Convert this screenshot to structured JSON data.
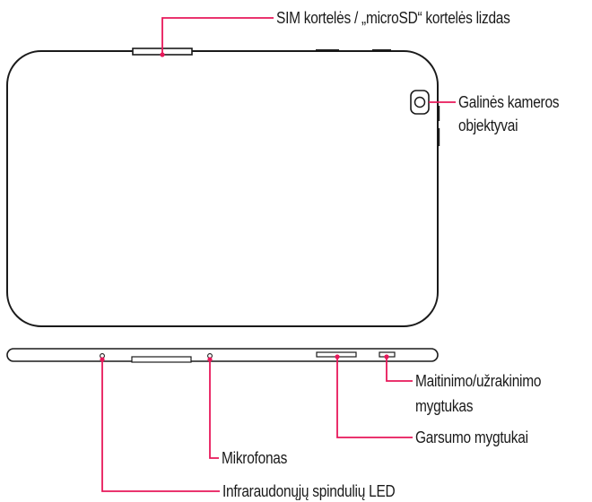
{
  "colors": {
    "outline": "#1a1a1a",
    "callout": "#e8185a",
    "text": "#1a1a1a"
  },
  "labels": {
    "sim_slot": "SIM kortelės / „microSD“ kortelės lizdas",
    "rear_camera_line1": "Galinės kameros",
    "rear_camera_line2": "objektyvai",
    "power_lock_line1": "Maitinimo/užrakinimo",
    "power_lock_line2": "mygtukas",
    "volume_buttons": "Garsumo mygtukai",
    "microphone": "Mikrofonas",
    "ir_led": "Infraraudonųjų spindulių LED"
  }
}
